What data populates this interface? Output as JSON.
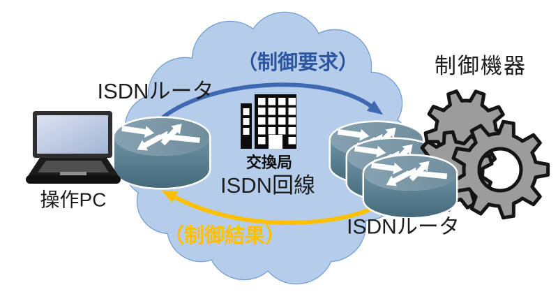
{
  "diagram": {
    "nodes": {
      "operation_pc_label": "操作PC",
      "isdn_router_left_label": "ISDNルータ",
      "isdn_router_right_label": "ISDNルータ",
      "control_device_label": "制御機器"
    },
    "cloud": {
      "switching_office_label": "交換局",
      "isdn_line_label": "ISDN回線"
    },
    "flows": {
      "request_label": "（制御要求）",
      "result_label": "（制御結果）"
    },
    "icons": {
      "laptop": "laptop-icon",
      "router": "router-icon",
      "cloud": "cloud-shape",
      "building": "building-icon",
      "gears": "gears-icon",
      "request_arrow": "request-arrow-icon",
      "result_arrow": "result-arrow-icon"
    },
    "colors": {
      "cloud_fill": "#B5CDEA",
      "cloud_stroke": "#6E9BD2",
      "request_arrow": "#3E68B2",
      "request_text": "#2D56A0",
      "result_arrow": "#FFC000",
      "result_text": "#FFC000",
      "router_top": "#7D98A6",
      "router_side_light": "#6E93A5",
      "router_side_dark": "#44697B",
      "gear_fill": "#9C9C9C",
      "gear_stroke": "#141414",
      "building": "#0B0B0B"
    }
  }
}
